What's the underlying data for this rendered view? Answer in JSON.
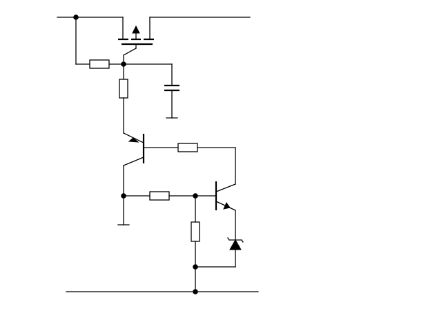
{
  "diagram": {
    "type": "electronic-schematic",
    "components": [
      {
        "id": "m1",
        "kind": "p-channel-mosfet"
      },
      {
        "id": "r1",
        "kind": "resistor"
      },
      {
        "id": "r2",
        "kind": "resistor"
      },
      {
        "id": "c1",
        "kind": "capacitor"
      },
      {
        "id": "q1",
        "kind": "pnp-transistor"
      },
      {
        "id": "r3",
        "kind": "resistor"
      },
      {
        "id": "r4",
        "kind": "resistor"
      },
      {
        "id": "q2",
        "kind": "npn-transistor"
      },
      {
        "id": "r5",
        "kind": "resistor"
      },
      {
        "id": "d1",
        "kind": "zener-diode"
      }
    ],
    "rails": [
      "positive-supply-rail",
      "ground-rail"
    ],
    "stroke_color": "#000000",
    "background_color": "#ffffff"
  }
}
